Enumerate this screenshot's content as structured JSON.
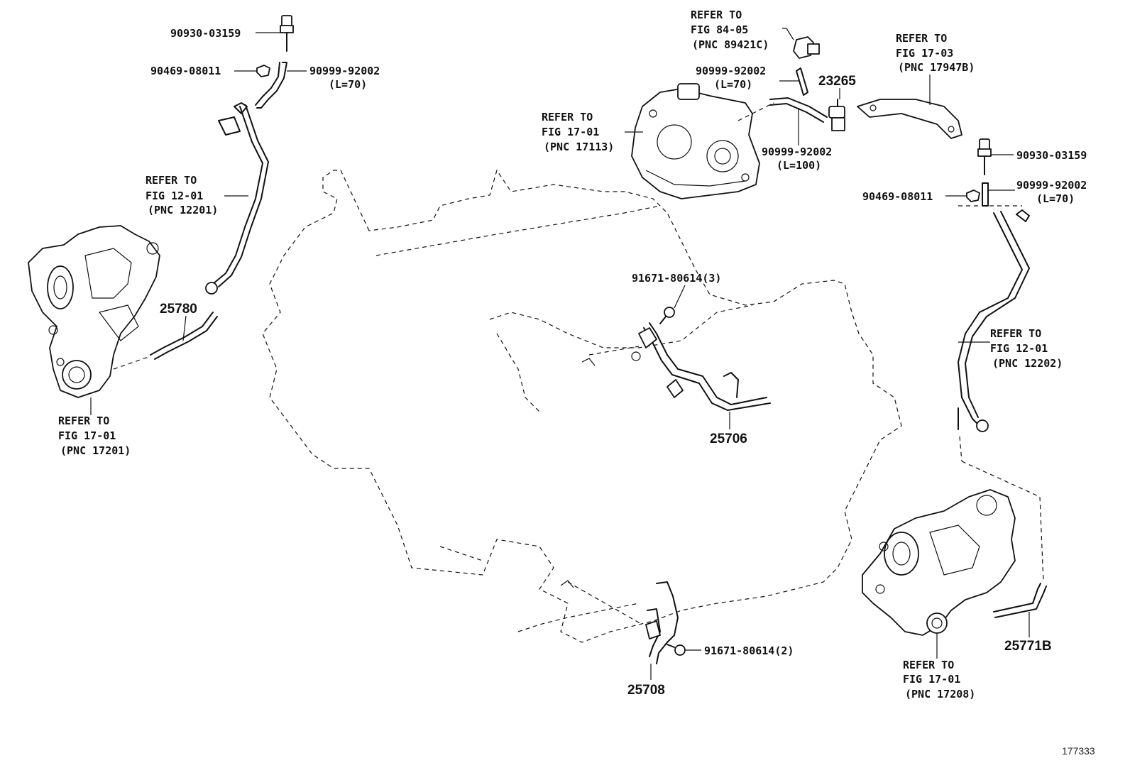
{
  "labels": {
    "p_90930_tl": "90930-03159",
    "p_90469_tl": "90469-08011",
    "p_90999_tl": "90999-92002",
    "p_90999_tl_len": "(L=70)",
    "ref_12_01_l_1": "REFER TO",
    "ref_12_01_l_2": "FIG 12-01",
    "ref_12_01_l_3": "(PNC 12201)",
    "p_25780": "25780",
    "ref_17_01_l_1": "REFER TO",
    "ref_17_01_l_2": "FIG 17-01",
    "ref_17_01_l_3": "(PNC 17201)",
    "ref_84_05_1": "REFER TO",
    "ref_84_05_2": "FIG 84-05",
    "ref_84_05_3": "(PNC 89421C)",
    "p_90999_tc": "90999-92002",
    "p_90999_tc_len": "(L=70)",
    "p_23265": "23265",
    "ref_17_03_1": "REFER TO",
    "ref_17_03_2": "FIG 17-03",
    "ref_17_03_3": "(PNC 17947B)",
    "ref_17_01_c_1": "REFER TO",
    "ref_17_01_c_2": "FIG 17-01",
    "ref_17_01_c_3": "(PNC 17113)",
    "p_90999_tc2": "90999-92002",
    "p_90999_tc2_len": "(L=100)",
    "p_90930_r": "90930-03159",
    "p_90469_r": "90469-08011",
    "p_90999_r": "90999-92002",
    "p_90999_r_len": "(L=70)",
    "p_91671_3": "91671-80614(3)",
    "ref_12_01_r_1": "REFER TO",
    "ref_12_01_r_2": "FIG 12-01",
    "ref_12_01_r_3": "(PNC 12202)",
    "p_25706": "25706",
    "p_91671_2": "91671-80614(2)",
    "p_25708": "25708",
    "p_25771b": "25771B",
    "ref_17_01_r_1": "REFER TO",
    "ref_17_01_r_2": "FIG 17-01",
    "ref_17_01_r_3": "(PNC 17208)",
    "figure_number": "177333"
  }
}
